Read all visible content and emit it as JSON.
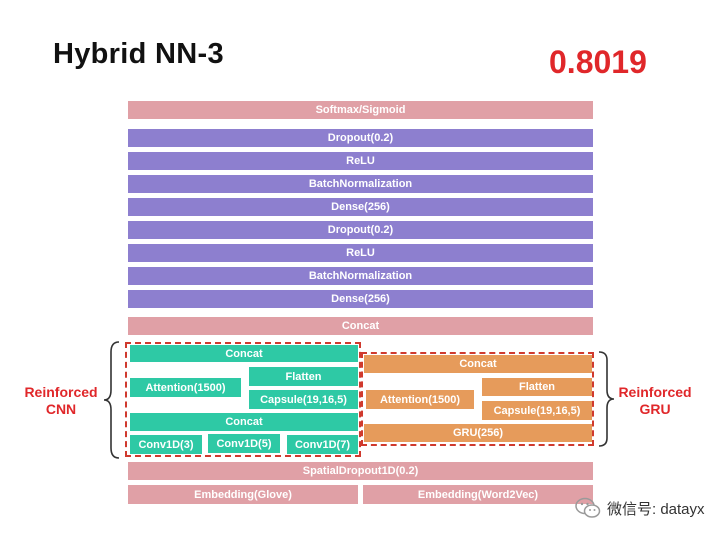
{
  "title": "Hybrid NN-3",
  "score": "0.8019",
  "top_stack": {
    "softmax": "Softmax/Sigmoid",
    "dropout_1": "Dropout(0.2)",
    "relu_1": "ReLU",
    "batchnorm_1": "BatchNormalization",
    "dense_1": "Dense(256)",
    "dropout_2": "Dropout(0.2)",
    "relu_2": "ReLU",
    "batchnorm_2": "BatchNormalization",
    "dense_2": "Dense(256)",
    "concat": "Concat"
  },
  "cnn_branch": {
    "label_line1": "Reinforced",
    "label_line2": "CNN",
    "concat_top": "Concat",
    "attention": "Attention(1500)",
    "flatten": "Flatten",
    "capsule": "Capsule(19,16,5)",
    "concat_bottom": "Concat",
    "conv3": "Conv1D(3)",
    "conv5": "Conv1D(5)",
    "conv7": "Conv1D(7)"
  },
  "gru_branch": {
    "label_line1": "Reinforced",
    "label_line2": "GRU",
    "concat": "Concat",
    "attention": "Attention(1500)",
    "flatten": "Flatten",
    "capsule": "Capsule(19,16,5)",
    "gru": "GRU(256)"
  },
  "bottom": {
    "spatial_dropout": "SpatialDropout1D(0.2)",
    "embedding_glove": "Embedding(Glove)",
    "embedding_w2v": "Embedding(Word2Vec)"
  },
  "watermark": "微信号: datayx",
  "colors": {
    "output_pink": "#e0a0a6",
    "dense_purple": "#8d7fcf",
    "cnn_teal": "#2ec9a5",
    "gru_orange": "#e69b5b",
    "highlight_red": "#e0272a"
  }
}
